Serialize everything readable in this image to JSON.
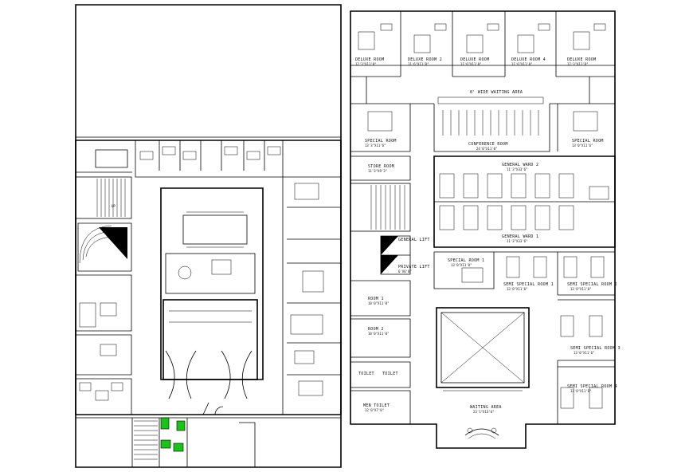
{
  "drawing": {
    "colors": {
      "ink": "#000000",
      "paper": "#ffffff",
      "planting": "#18c418"
    },
    "left_plan": {
      "labels": {
        "up": "UP"
      }
    },
    "right_plan": {
      "labels": {
        "deluxe_room_1": "DELUXE ROOM",
        "deluxe_room_1_dim": "12'3\"X11'8\"",
        "deluxe_room_2": "DELUXE ROOM 2",
        "deluxe_room_2_dim": "11'6\"X11'8\"",
        "deluxe_room_3": "DELUXE ROOM",
        "deluxe_room_3_dim": "11'6\"X11'8\"",
        "deluxe_room_4": "DELUXE ROOM 4",
        "deluxe_room_4_dim": "11'6\"X11'8\"",
        "deluxe_room_5": "DELUXE ROOM",
        "deluxe_room_5_dim": "12'3\"X11'8\"",
        "wide_waiting": "8' WIDE WAITING AREA",
        "special_room_left": "SPECIAL ROOM",
        "special_room_left_dim": "13'3\"X11'6\"",
        "conference": "CONFERENCE ROOM",
        "conference_dim": "24'0\"X11'0\"",
        "special_room_right": "SPECIAL ROOM",
        "special_room_right_dim": "13'0\"X11'6\"",
        "store_room": "STORE ROOM",
        "store_room_dim": "11'3\"X9'3\"",
        "general_ward_2": "GENERAL WARD 2",
        "general_ward_2_dim": "11'3\"X33'6\"",
        "general_ward_1": "GENERAL WARD 1",
        "general_ward_1_dim": "11'3\"X33'6\"",
        "general_lift": "GENERAL LIFT",
        "private_lift": "PRIVATE LIFT",
        "lift_dim": "6'X6'0\"",
        "special_room_1": "SPECIAL ROOM 1",
        "special_room_1_dim": "13'0\"X11'0\"",
        "semi_special_room_1": "SEMI SPECIAL ROOM 1",
        "semi_special_room_2": "SEMI SPECIAL ROOM 2",
        "semi_special_room_3": "SEMI SPECIAL ROOM 3",
        "semi_special_room_4": "SEMI SPECIAL ROOM 4",
        "semi_dim": "13'0\"X11'6\"",
        "room_a": "ROOM 1",
        "room_a_dim": "10'0\"X11'0\"",
        "room_b": "ROOM 2",
        "room_b_dim": "10'0\"X11'0\"",
        "toilet_a": "TOILET",
        "toilet_b": "TOILET",
        "men_toilet": "MEN TOILET",
        "men_toilet_dim": "12'0\"X7'0\"",
        "waiting_area": "WAITING AREA",
        "waiting_area_dim": "23'1\"X13'6\""
      }
    }
  }
}
